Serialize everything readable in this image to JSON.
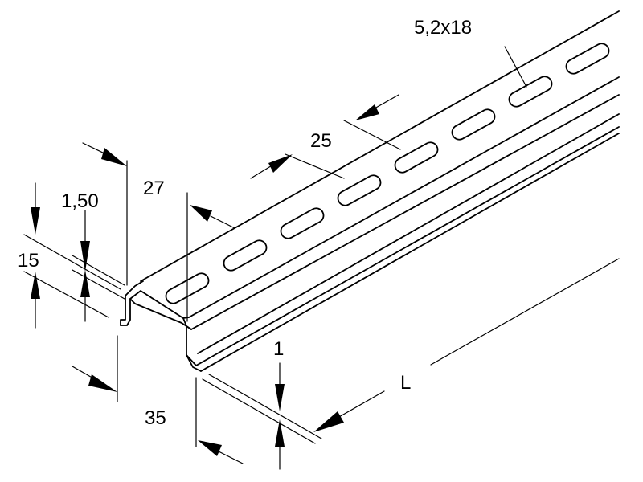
{
  "diagram": {
    "dimensions": {
      "slot_size": "5,2x18",
      "slot_pitch": "25",
      "flange_width": "27",
      "thickness_top": "1,50",
      "height": "15",
      "thickness_bottom": "1",
      "base_width": "35",
      "length": "L"
    }
  }
}
